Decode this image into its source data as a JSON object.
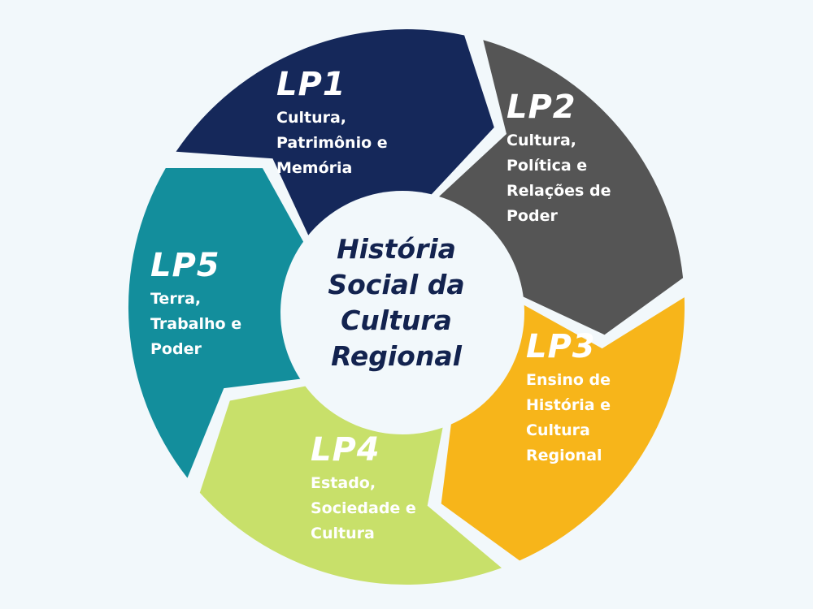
{
  "diagram": {
    "center_title": "História\nSocial da\nCultura\nRegional",
    "segments": [
      {
        "code": "LP1",
        "text": "Cultura,\nPatrimônio e\nMemória",
        "color": "#15285a"
      },
      {
        "code": "LP2",
        "text": "Cultura,\nPolítica e\nRelações de\nPoder",
        "color": "#555555"
      },
      {
        "code": "LP3",
        "text": "Ensino de\nHistória e\nCultura\nRegional",
        "color": "#f7b51a"
      },
      {
        "code": "LP4",
        "text": "Estado,\nSociedade e\nCultura",
        "color": "#c8e06a"
      },
      {
        "code": "LP5",
        "text": "Terra,\nTrabalho e\nPoder",
        "color": "#138e9c"
      }
    ],
    "center_fill": "#f2f8fb",
    "title_color": "#13234f"
  }
}
